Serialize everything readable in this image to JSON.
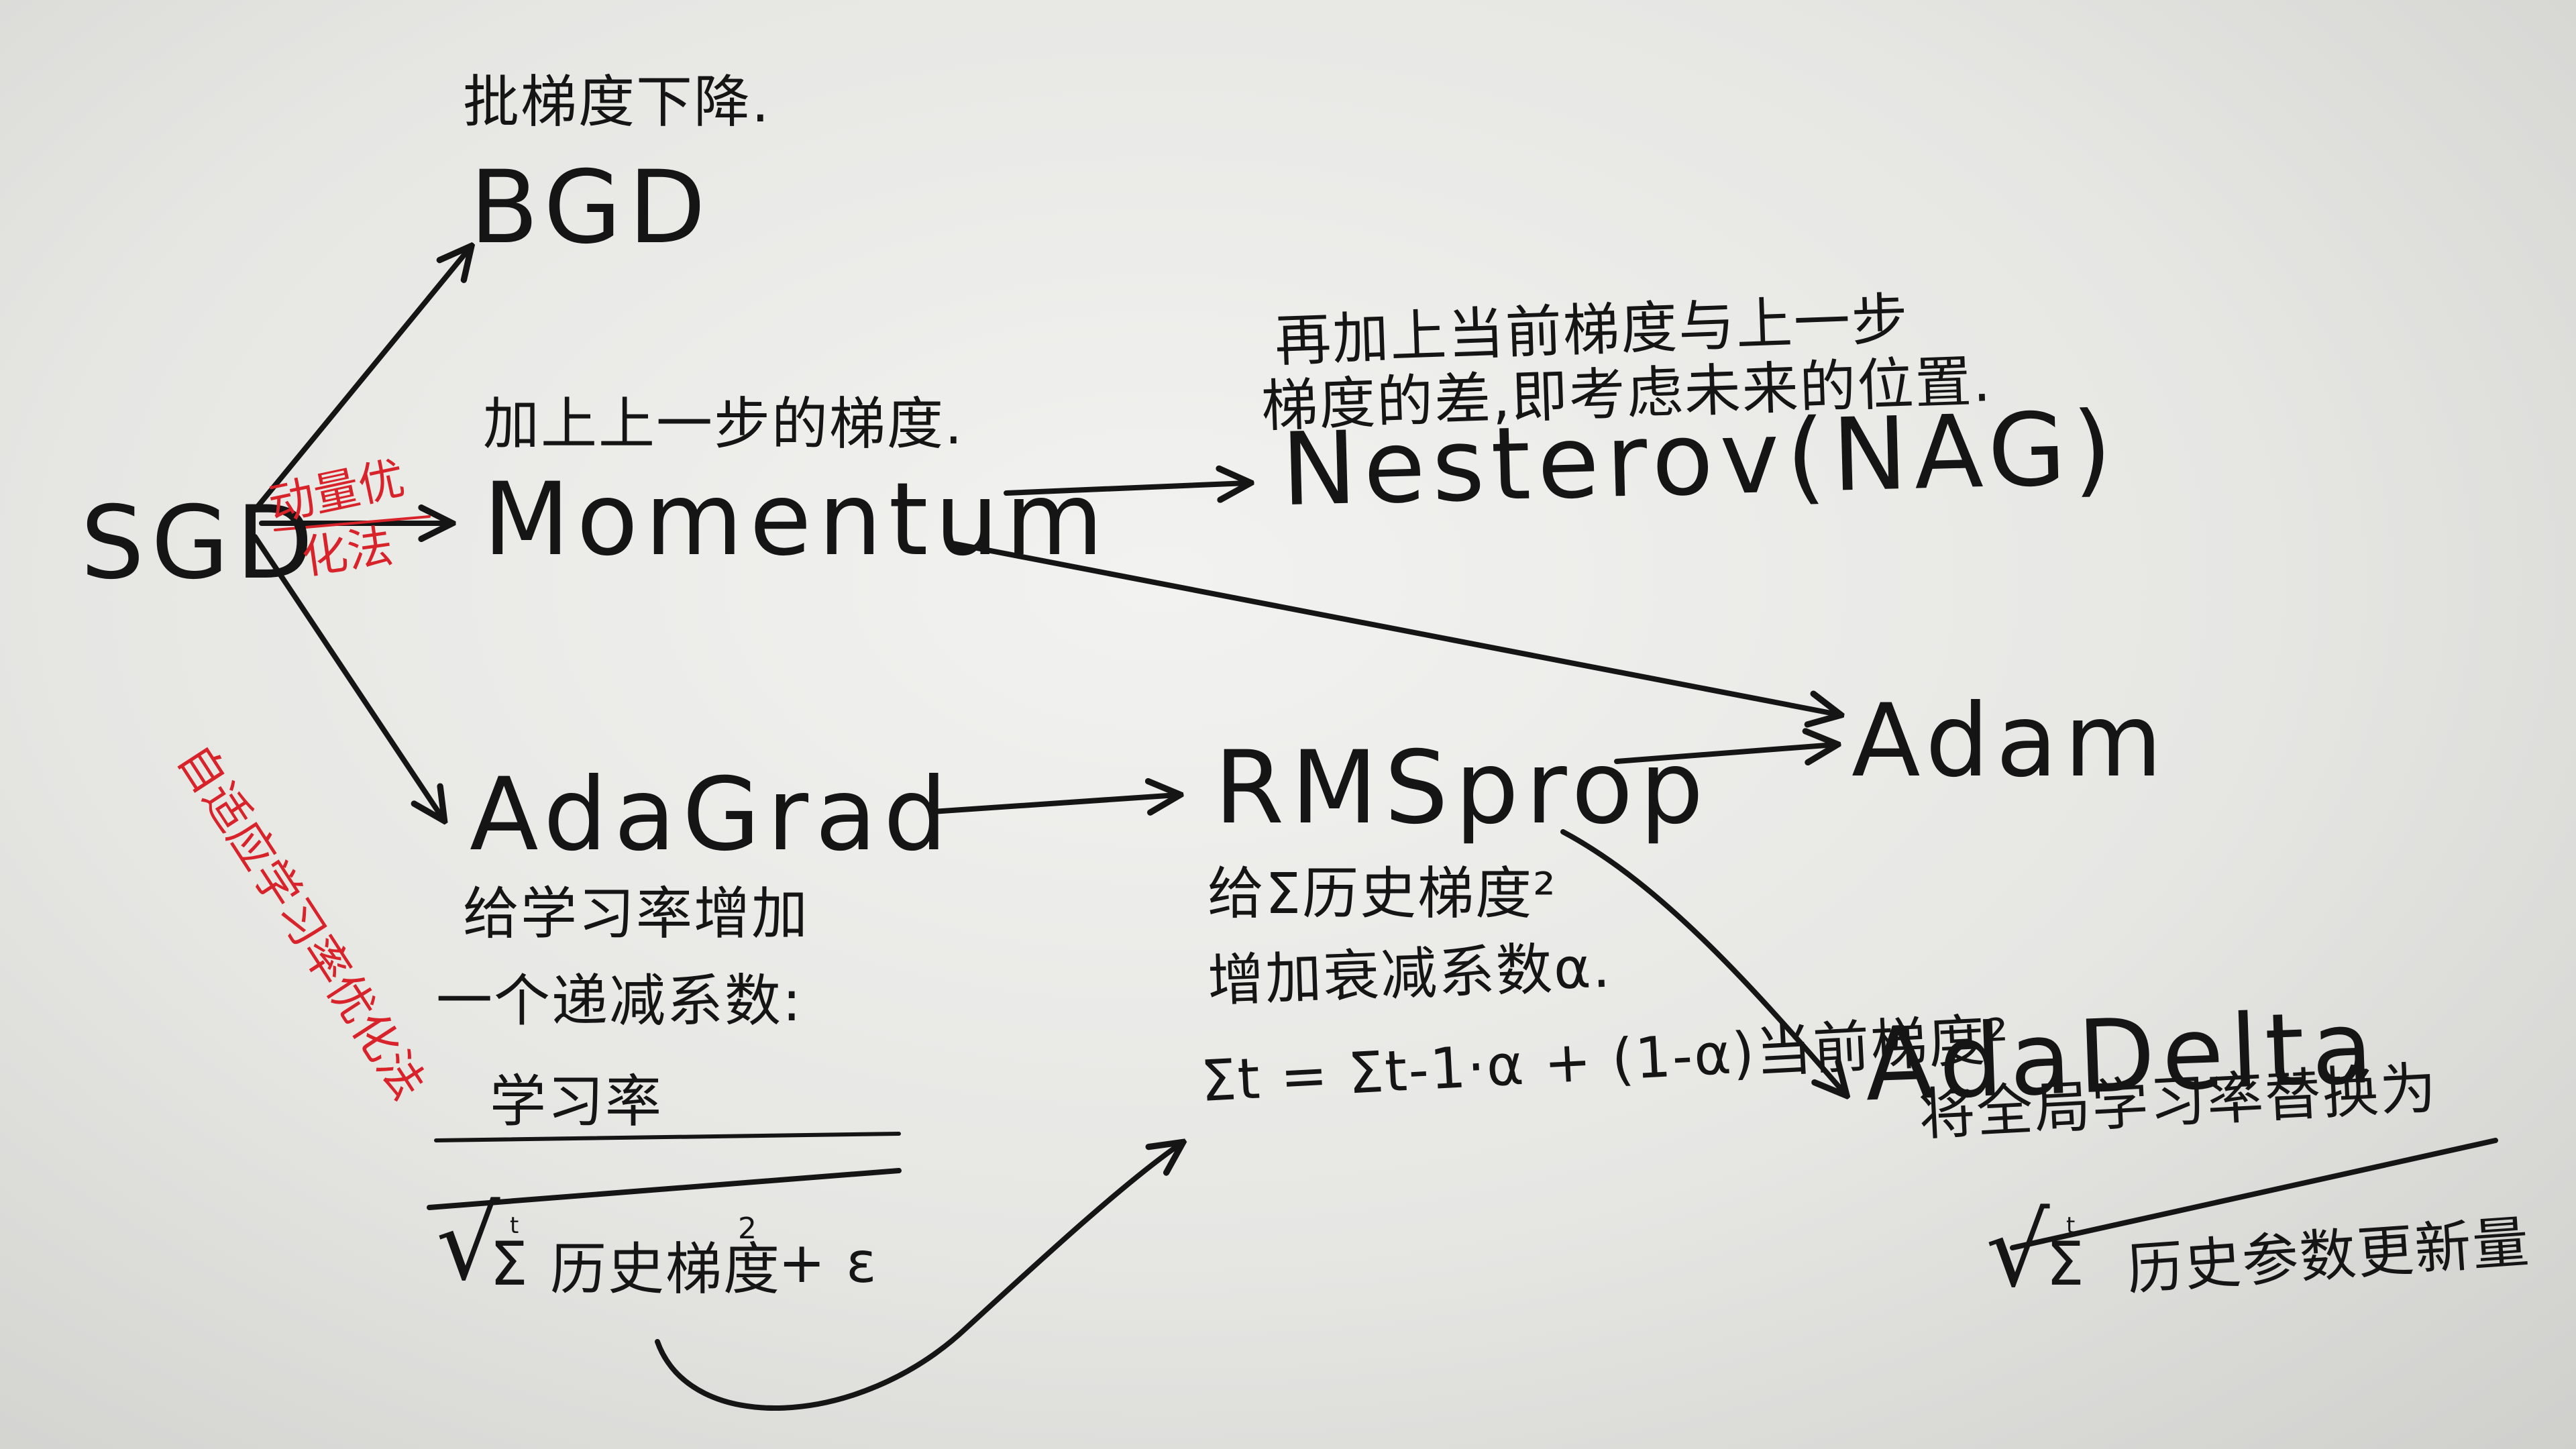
{
  "colors": {
    "ink": "#151515",
    "red_ink": "#d8232a",
    "paper": "#ececea"
  },
  "nodes": {
    "sgd": "SGD",
    "bgd": "BGD",
    "momentum": "Momentum",
    "nesterov": "Nesterov(NAG)",
    "adagrad": "AdaGrad",
    "rmsprop": "RMSprop",
    "adam": "Adam",
    "adadelta": "AdaDelta"
  },
  "notes": {
    "bgd": "批梯度下降.",
    "momentum": "加上上一步的梯度.",
    "nesterov_line1": "再加上当前梯度与上一步",
    "nesterov_line2": "梯度的差,即考虑未来的位置.",
    "adagrad_line1": "给学习率增加",
    "adagrad_line2": "一个递减系数:",
    "rmsprop_line1": "给Σ历史梯度²",
    "rmsprop_line2": "增加衰减系数α.",
    "adadelta": "将全局学习率替换为"
  },
  "edge_labels": {
    "momentum_method_line1": "动量优",
    "momentum_method_line2": "化法",
    "adaptive_method": "自适应学习率优化法"
  },
  "formulas": {
    "adagrad_numerator": "学习率",
    "adagrad_sqrt": "√",
    "adagrad_sum": "Σ",
    "adagrad_sum_upper": "t",
    "adagrad_denominator": "历史梯度",
    "adagrad_square": "2",
    "adagrad_eps": "+ ε",
    "rmsprop_update": "Σt = Σt-1·α + (1-α)当前梯度²",
    "adadelta_sqrt": "√",
    "adadelta_sum": "Σ",
    "adadelta_sum_upper": "t",
    "adadelta_term": "历史参数更新量"
  }
}
